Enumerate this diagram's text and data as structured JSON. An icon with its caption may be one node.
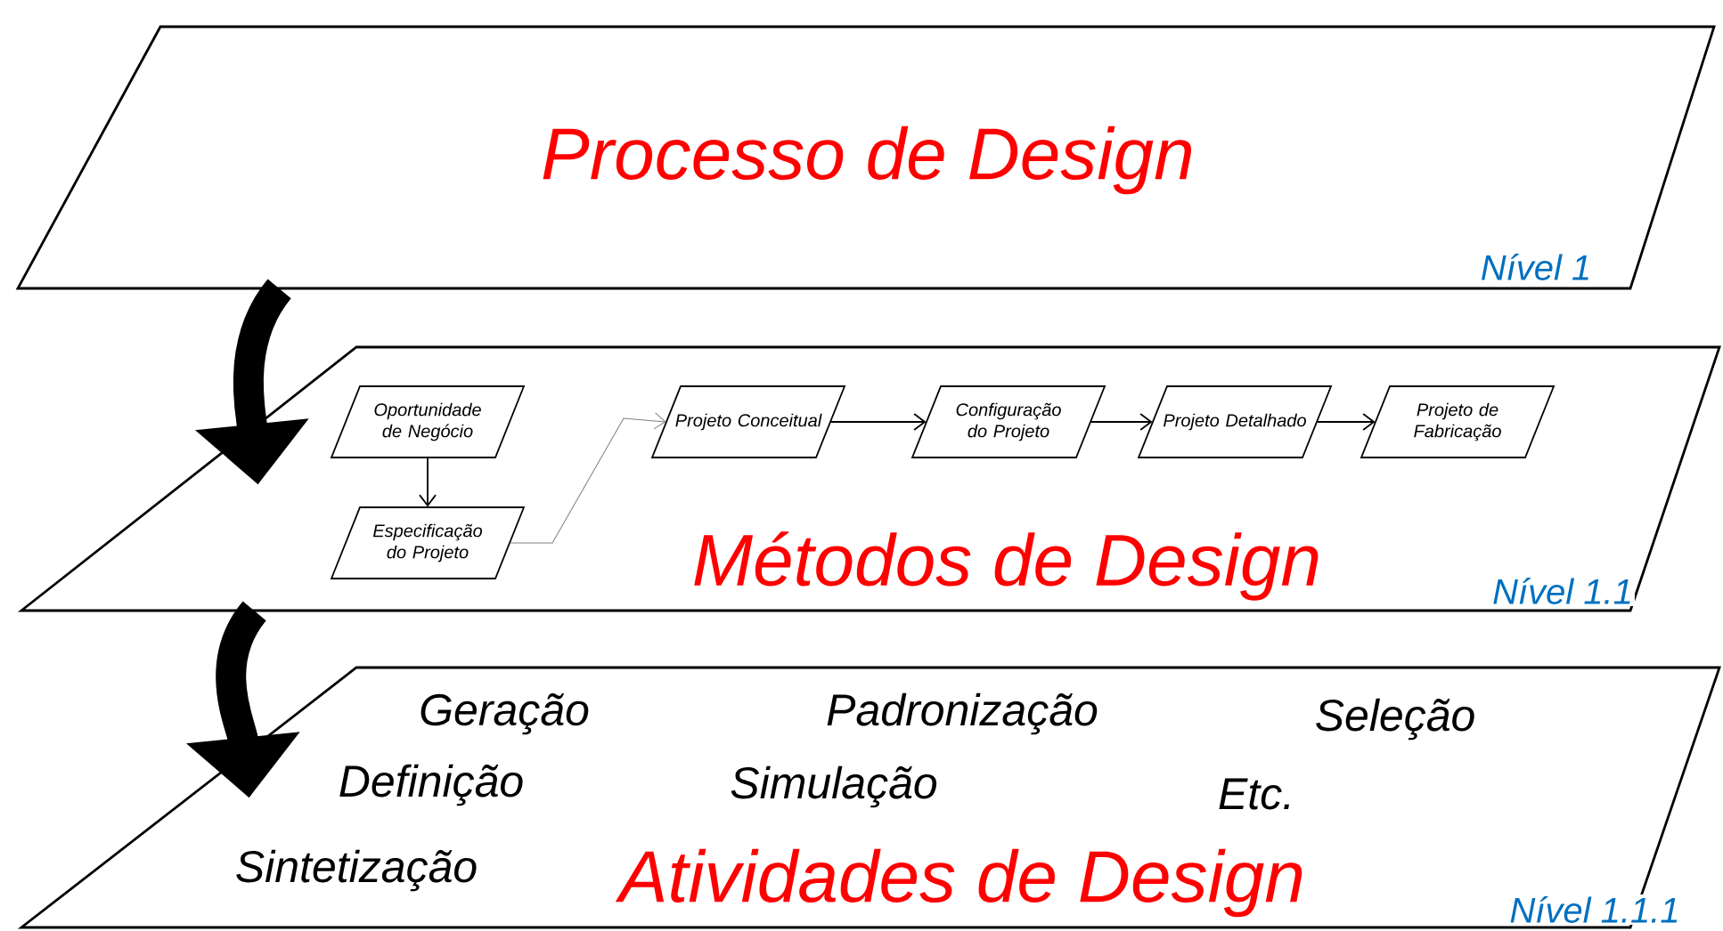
{
  "diagram": {
    "nodes": [
      {
        "text": [
          "Processo de Design",
          "Nível 1"
        ]
      },
      {
        "text": [
          "Métodos de Design",
          "Nível 1.1"
        ]
      },
      {
        "text": [
          "Oportunidade de Negócio"
        ],
        "in": 1
      },
      {
        "text": [
          "Especificação do Projeto"
        ],
        "in": 1
      },
      {
        "text": [
          "Projeto Conceitual"
        ],
        "in": 1
      },
      {
        "text": [
          "Configuração do Projeto"
        ],
        "in": 1
      },
      {
        "text": [
          "Projeto Detalhado"
        ],
        "in": 1
      },
      {
        "text": [
          "Projeto de Fabricação"
        ],
        "in": 1
      },
      {
        "text": [
          "Geração",
          "Padronização",
          "Seleção",
          "Definição",
          "Simulação",
          "Etc.",
          "Sintetização",
          "Atividades de Design",
          "Nível 1.1.1"
        ]
      }
    ],
    "edges": [
      {
        "from": 0,
        "to": 1,
        "arrow": "to",
        "style": "thick"
      },
      {
        "from": 1,
        "to": 8,
        "arrow": "to",
        "style": "thick"
      },
      {
        "from": 2,
        "to": 3,
        "arrow": "to"
      },
      {
        "from": 3,
        "to": 4,
        "arrow": "to",
        "color": "#7f7f7f"
      },
      {
        "from": 4,
        "to": 5,
        "arrow": "to"
      },
      {
        "from": 5,
        "to": 6,
        "arrow": "to"
      },
      {
        "from": 6,
        "to": 7,
        "arrow": "to"
      }
    ]
  }
}
